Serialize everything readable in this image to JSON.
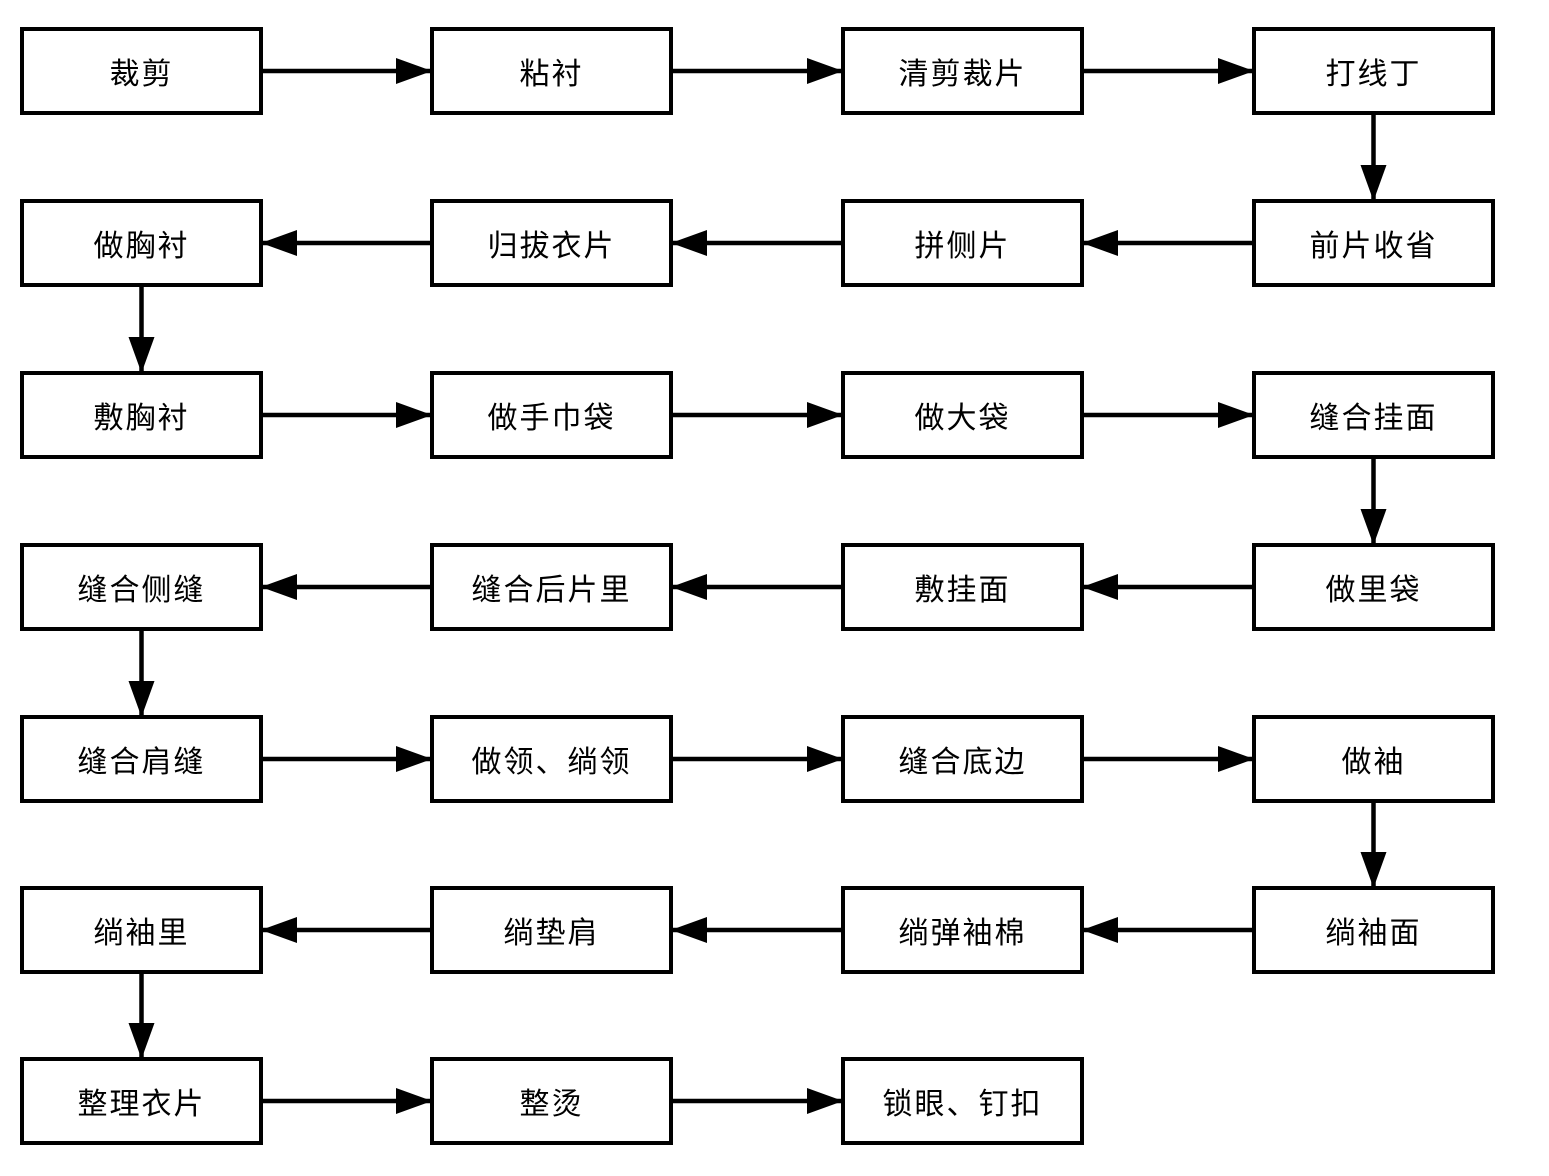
{
  "diagram": {
    "type": "flowchart",
    "description": "garment-sewing-process-flowchart",
    "background_color": "#ffffff",
    "box_border_color": "#000000",
    "arrow_color": "#000000",
    "text_color": "#000000",
    "nodes": [
      {
        "id": "n01",
        "label": "裁剪",
        "col": 0,
        "row": 0
      },
      {
        "id": "n02",
        "label": "粘衬",
        "col": 1,
        "row": 0
      },
      {
        "id": "n03",
        "label": "清剪裁片",
        "col": 2,
        "row": 0
      },
      {
        "id": "n04",
        "label": "打线丁",
        "col": 3,
        "row": 0
      },
      {
        "id": "n05",
        "label": "前片收省",
        "col": 3,
        "row": 1
      },
      {
        "id": "n06",
        "label": "拼侧片",
        "col": 2,
        "row": 1
      },
      {
        "id": "n07",
        "label": "归拔衣片",
        "col": 1,
        "row": 1
      },
      {
        "id": "n08",
        "label": "做胸衬",
        "col": 0,
        "row": 1
      },
      {
        "id": "n09",
        "label": "敷胸衬",
        "col": 0,
        "row": 2
      },
      {
        "id": "n10",
        "label": "做手巾袋",
        "col": 1,
        "row": 2
      },
      {
        "id": "n11",
        "label": "做大袋",
        "col": 2,
        "row": 2
      },
      {
        "id": "n12",
        "label": "缝合挂面",
        "col": 3,
        "row": 2
      },
      {
        "id": "n13",
        "label": "做里袋",
        "col": 3,
        "row": 3
      },
      {
        "id": "n14",
        "label": "敷挂面",
        "col": 2,
        "row": 3
      },
      {
        "id": "n15",
        "label": "缝合后片里",
        "col": 1,
        "row": 3
      },
      {
        "id": "n16",
        "label": "缝合侧缝",
        "col": 0,
        "row": 3
      },
      {
        "id": "n17",
        "label": "缝合肩缝",
        "col": 0,
        "row": 4
      },
      {
        "id": "n18",
        "label": "做领、绱领",
        "col": 1,
        "row": 4
      },
      {
        "id": "n19",
        "label": "缝合底边",
        "col": 2,
        "row": 4
      },
      {
        "id": "n20",
        "label": "做袖",
        "col": 3,
        "row": 4
      },
      {
        "id": "n21",
        "label": "绱袖面",
        "col": 3,
        "row": 5
      },
      {
        "id": "n22",
        "label": "绱弹袖棉",
        "col": 2,
        "row": 5
      },
      {
        "id": "n23",
        "label": "绱垫肩",
        "col": 1,
        "row": 5
      },
      {
        "id": "n24",
        "label": "绱袖里",
        "col": 0,
        "row": 5
      },
      {
        "id": "n25",
        "label": "整理衣片",
        "col": 0,
        "row": 6
      },
      {
        "id": "n26",
        "label": "整烫",
        "col": 1,
        "row": 6
      },
      {
        "id": "n27",
        "label": "锁眼、钉扣",
        "col": 2,
        "row": 6
      }
    ],
    "edges": [
      {
        "from": "n01",
        "to": "n02"
      },
      {
        "from": "n02",
        "to": "n03"
      },
      {
        "from": "n03",
        "to": "n04"
      },
      {
        "from": "n04",
        "to": "n05"
      },
      {
        "from": "n05",
        "to": "n06"
      },
      {
        "from": "n06",
        "to": "n07"
      },
      {
        "from": "n07",
        "to": "n08"
      },
      {
        "from": "n08",
        "to": "n09"
      },
      {
        "from": "n09",
        "to": "n10"
      },
      {
        "from": "n10",
        "to": "n11"
      },
      {
        "from": "n11",
        "to": "n12"
      },
      {
        "from": "n12",
        "to": "n13"
      },
      {
        "from": "n13",
        "to": "n14"
      },
      {
        "from": "n14",
        "to": "n15"
      },
      {
        "from": "n15",
        "to": "n16"
      },
      {
        "from": "n16",
        "to": "n17"
      },
      {
        "from": "n17",
        "to": "n18"
      },
      {
        "from": "n18",
        "to": "n19"
      },
      {
        "from": "n19",
        "to": "n20"
      },
      {
        "from": "n20",
        "to": "n21"
      },
      {
        "from": "n21",
        "to": "n22"
      },
      {
        "from": "n22",
        "to": "n23"
      },
      {
        "from": "n23",
        "to": "n24"
      },
      {
        "from": "n24",
        "to": "n25"
      },
      {
        "from": "n25",
        "to": "n26"
      },
      {
        "from": "n26",
        "to": "n27"
      }
    ]
  }
}
